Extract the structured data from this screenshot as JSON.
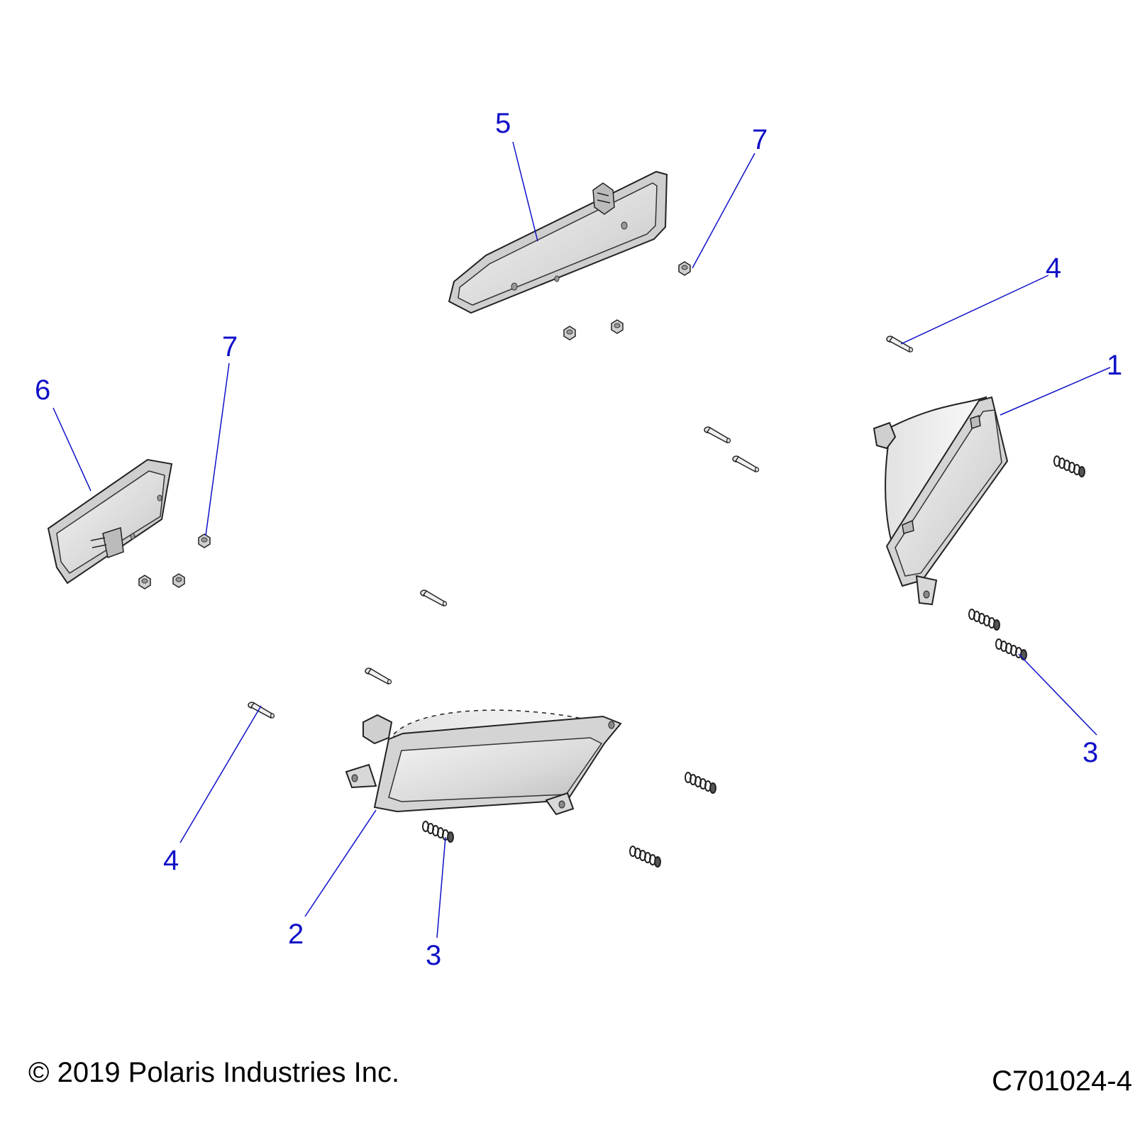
{
  "diagram": {
    "label_color": "#1010c8",
    "leader_color": "#1010c8",
    "callouts": [
      {
        "id": "c5",
        "text": "5"
      },
      {
        "id": "c7a",
        "text": "7"
      },
      {
        "id": "c4a",
        "text": "4"
      },
      {
        "id": "c1",
        "text": "1"
      },
      {
        "id": "c6",
        "text": "6"
      },
      {
        "id": "c7b",
        "text": "7"
      },
      {
        "id": "c3a",
        "text": "3"
      },
      {
        "id": "c4b",
        "text": "4"
      },
      {
        "id": "c2",
        "text": "2"
      },
      {
        "id": "c3b",
        "text": "3"
      }
    ]
  },
  "footer": {
    "copyright": "© 2019 Polaris Industries Inc.",
    "drawing_number": "C701024-4"
  }
}
